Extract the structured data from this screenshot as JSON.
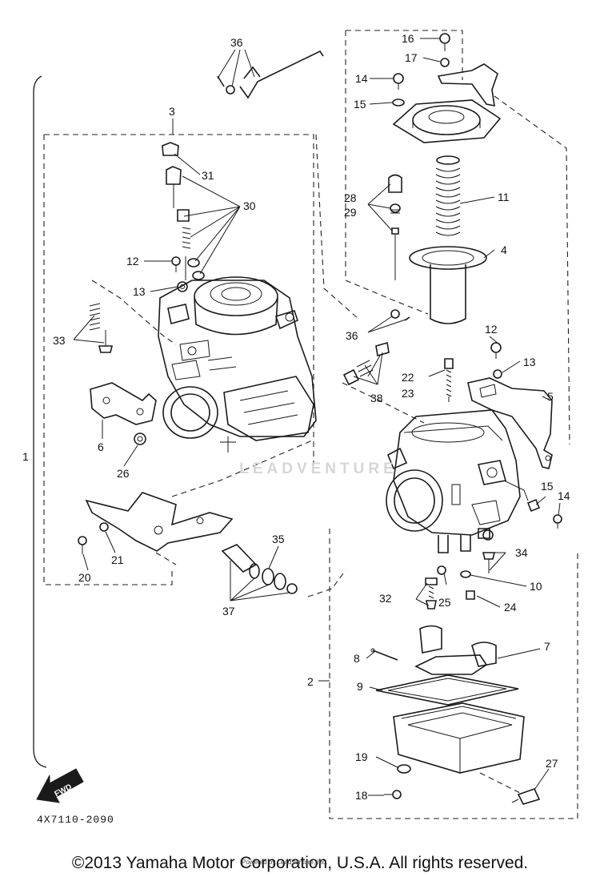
{
  "callouts": {
    "n1": "1",
    "n2": "2",
    "n3": "3",
    "n4": "4",
    "n5": "5",
    "n6": "6",
    "n7": "7",
    "n8": "8",
    "n9": "9",
    "n10": "10",
    "n11": "11",
    "n12a": "12",
    "n12b": "12",
    "n13a": "13",
    "n13b": "13",
    "n14a": "14",
    "n14b": "14",
    "n15a": "15",
    "n15b": "15",
    "n16": "16",
    "n17": "17",
    "n18": "18",
    "n19": "19",
    "n20": "20",
    "n21": "21",
    "n22": "22",
    "n23": "23",
    "n24": "24",
    "n25": "25",
    "n26": "26",
    "n27": "27",
    "n28": "28",
    "n29": "29",
    "n30": "30",
    "n31": "31",
    "n32": "32",
    "n33": "33",
    "n34": "34",
    "n35": "35",
    "n36a": "36",
    "n36b": "36",
    "n37": "37",
    "n38": "38"
  },
  "fwd_label": "FWD",
  "watermark": "LEADVENTURE",
  "drawing_code": "4X7110-2090",
  "copyright": "©2013 Yamaha Motor Corporation, U.S.A. All rights reserved.",
  "credit": "Powered by LeadVenture, Inc."
}
